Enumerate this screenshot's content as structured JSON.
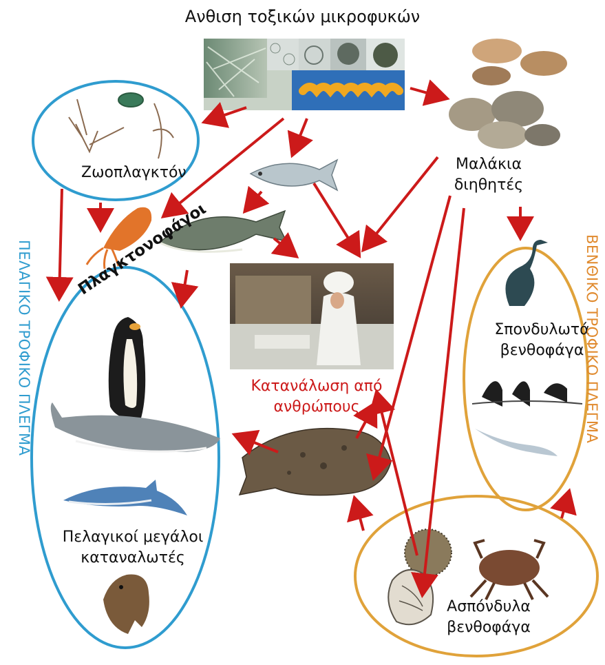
{
  "title": "Ανθιση τοξικών μικροφυκών",
  "labels": {
    "zooplankton": "Ζωοπλαγκτόν",
    "planktivores": "Πλαγκτονοφάγοι",
    "molluscs": [
      "Μαλάκια",
      "διηθητές"
    ],
    "human_consumption": [
      "Κατανάλωση από",
      "ανθρώπους"
    ],
    "benthic_vertebrates": [
      "Σπονδυλωτά",
      "βενθοφάγα"
    ],
    "pelagic_consumers": [
      "Πελαγικοί μεγάλοι",
      "καταναλωτές"
    ],
    "benthic_invertebrates": [
      "Ασπόνδυλα",
      "βενθοφάγα"
    ]
  },
  "side_labels": {
    "pelagic_web": "ΠΕΛΑΓΙΚΟ ΤΡΟΦΙΚΟ ΠΛΕΓΜΑ",
    "benthic_web": "ΒΕΝΘΙΚΟ ΤΡΟΦΙΚΟ ΠΛΕΓΜΑ"
  },
  "colors": {
    "arrow": "#cc1a1a",
    "pelagic_outline": "#2f9ccf",
    "benthic_outline": "#e0a23a",
    "consumption_text": "#cc1a1a"
  },
  "icons": [
    "microalgae-photo",
    "zooplankton-organisms",
    "herring-fish",
    "squid-icon",
    "cod-fish",
    "oysters-photo",
    "human-consumption-photo",
    "cormorant-bird",
    "seals",
    "gull-bird",
    "penguin",
    "whale",
    "dolphin",
    "sea-lion",
    "flatfish",
    "sea-urchin",
    "crab",
    "whelk-shell"
  ]
}
